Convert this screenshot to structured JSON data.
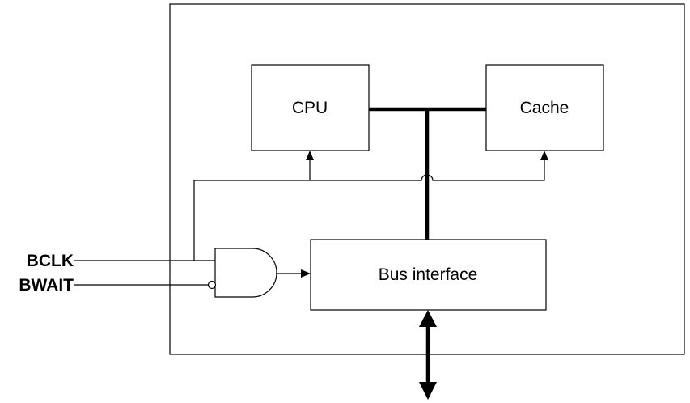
{
  "blocks": {
    "cpu": "CPU",
    "cache": "Cache",
    "bus_interface": "Bus interface"
  },
  "signals": {
    "bclk": "BCLK",
    "bwait": "BWAIT"
  }
}
